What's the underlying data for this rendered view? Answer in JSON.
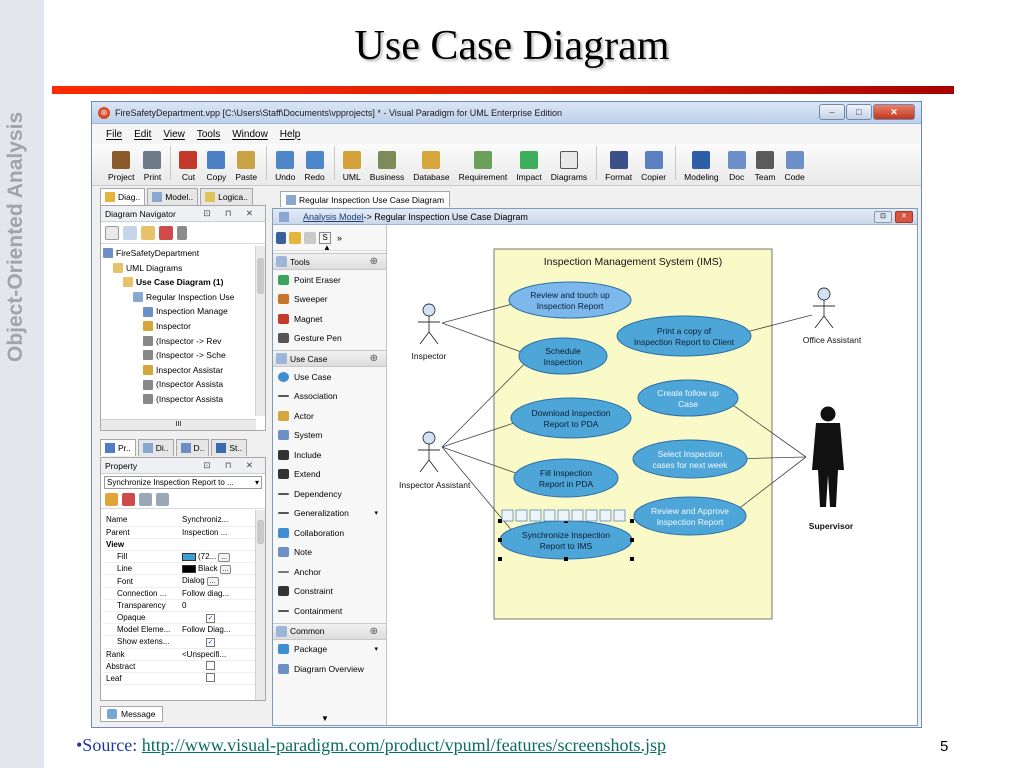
{
  "slide": {
    "side_title": "Object-Oriented Analysis",
    "title": "Use Case Diagram",
    "source_prefix": "•Source: ",
    "source_url": "http://www.visual-paradigm.com/product/vpuml/features/screenshots.jsp",
    "page_number": "5",
    "accent_color": "#d62000"
  },
  "window": {
    "title": "FireSafetyDepartment.vpp [C:\\Users\\Staff\\Documents\\vpprojects] * - Visual Paradigm for UML Enterprise Edition",
    "menu": [
      "File",
      "Edit",
      "View",
      "Tools",
      "Window",
      "Help"
    ],
    "toolbar": [
      {
        "label": "Project",
        "icon": "project-icon"
      },
      {
        "label": "Print",
        "icon": "print-icon"
      },
      {
        "label": "Cut",
        "icon": "cut-icon"
      },
      {
        "label": "Copy",
        "icon": "copy-icon"
      },
      {
        "label": "Paste",
        "icon": "paste-icon"
      },
      {
        "label": "Undo",
        "icon": "undo-icon"
      },
      {
        "label": "Redo",
        "icon": "redo-icon"
      },
      {
        "label": "UML",
        "icon": "uml-icon"
      },
      {
        "label": "Business",
        "icon": "business-icon"
      },
      {
        "label": "Database",
        "icon": "database-icon"
      },
      {
        "label": "Requirement",
        "icon": "requirement-icon"
      },
      {
        "label": "Impact",
        "icon": "impact-icon"
      },
      {
        "label": "Diagrams",
        "icon": "diagrams-icon"
      },
      {
        "label": "Format",
        "icon": "format-icon"
      },
      {
        "label": "Copier",
        "icon": "copier-icon"
      },
      {
        "label": "Modeling",
        "icon": "modeling-icon"
      },
      {
        "label": "Doc",
        "icon": "doc-icon"
      },
      {
        "label": "Team",
        "icon": "team-icon"
      },
      {
        "label": "Code",
        "icon": "code-icon"
      }
    ]
  },
  "left_tabs": [
    "Diag..",
    "Model..",
    "Logica.."
  ],
  "navigator": {
    "title": "Diagram Navigator",
    "controls": "⊡ ⊓ ✕",
    "tree": [
      {
        "label": "FireSafetyDepartment",
        "indent": 0,
        "bold": false
      },
      {
        "label": "UML Diagrams",
        "indent": 1,
        "bold": false
      },
      {
        "label": "Use Case Diagram (1)",
        "indent": 2,
        "bold": true
      },
      {
        "label": "Regular Inspection Use",
        "indent": 3,
        "bold": false
      },
      {
        "label": "Inspection Manage",
        "indent": 4,
        "bold": false
      },
      {
        "label": "Inspector",
        "indent": 4,
        "bold": false
      },
      {
        "label": "(Inspector -> Rev",
        "indent": 4,
        "bold": false
      },
      {
        "label": "(Inspector -> Sche",
        "indent": 4,
        "bold": false
      },
      {
        "label": "Inspector Assistar",
        "indent": 4,
        "bold": false
      },
      {
        "label": "(Inspector Assista",
        "indent": 4,
        "bold": false
      },
      {
        "label": "(Inspector Assista",
        "indent": 4,
        "bold": false
      },
      {
        "label": "(Inspector Assista",
        "indent": 4,
        "bold": false
      }
    ],
    "hscroll_label": "III"
  },
  "left_tabs2": [
    "Pr..",
    "Di..",
    "D..",
    "St.."
  ],
  "property": {
    "title": "Property",
    "controls": "⊡ ⊓ ✕",
    "selected": "Synchronize Inspection Report to ...",
    "rows": [
      {
        "key": "Name",
        "value": "Synchroniz..."
      },
      {
        "key": "Parent",
        "value": "Inspection ..."
      },
      {
        "key": "View",
        "value": "",
        "group": true
      },
      {
        "key": "Fill",
        "value": "(72...",
        "swatch": "#3f9fd4",
        "dots": true
      },
      {
        "key": "Line",
        "value": "Black",
        "swatch": "#000000",
        "dots": true
      },
      {
        "key": "Font",
        "value": "Dialog",
        "dots": true
      },
      {
        "key": "Connection ...",
        "value": "Follow diag..."
      },
      {
        "key": "Transparency",
        "value": "0"
      },
      {
        "key": "Opaque",
        "value": "",
        "check": true
      },
      {
        "key": "Model Eleme...",
        "value": "Follow Diag..."
      },
      {
        "key": "Show extens...",
        "value": "",
        "check": true
      },
      {
        "key": "Rank",
        "value": "<Unspecifi...",
        "top": true
      },
      {
        "key": "Abstract",
        "value": "",
        "box": true,
        "top": true
      },
      {
        "key": "Leaf",
        "value": "",
        "box": true,
        "top": true
      }
    ]
  },
  "message_tab": "Message",
  "doc_tab": "Regular Inspection Use Case Diagram",
  "editor": {
    "crumb_link": "Analysis Model",
    "crumb_rest": " -> Regular Inspection Use Case Diagram"
  },
  "palette": {
    "sections": [
      {
        "name": "Tools",
        "items": [
          "Point Eraser",
          "Sweeper",
          "Magnet",
          "Gesture Pen"
        ]
      },
      {
        "name": "Use Case",
        "items": [
          "Use Case",
          "Association",
          "Actor",
          "System",
          "Include",
          "Extend",
          "Dependency",
          "Generalization",
          "Collaboration",
          "Note",
          "Anchor",
          "Constraint",
          "Containment"
        ]
      },
      {
        "name": "Common",
        "items": [
          "Package",
          "Diagram Overview"
        ]
      }
    ],
    "top_tool_s": "S"
  },
  "diagram": {
    "system_name": "Inspection Management System (IMS)",
    "system_fill": "#fafac8",
    "usecase_fill": "#4ea6d8",
    "usecases": [
      {
        "id": "uc1",
        "lines": [
          "Review and touch up",
          "Inspection Report"
        ]
      },
      {
        "id": "uc2",
        "lines": [
          "Schedule",
          "Inspection"
        ]
      },
      {
        "id": "uc3",
        "lines": [
          "Print a copy of",
          "Inspection Report to Client"
        ]
      },
      {
        "id": "uc4",
        "lines": [
          "Create follow up",
          "Case"
        ]
      },
      {
        "id": "uc5",
        "lines": [
          "Download Inspection",
          "Report to PDA"
        ]
      },
      {
        "id": "uc6",
        "lines": [
          "Select Inspection",
          "cases for next week"
        ]
      },
      {
        "id": "uc7",
        "lines": [
          "Fill Inspection",
          "Report in PDA"
        ]
      },
      {
        "id": "uc8",
        "lines": [
          "Review and Approve",
          "Inspection Report"
        ]
      },
      {
        "id": "uc9",
        "lines": [
          "Synchronize Inspection",
          "Report to IMS"
        ]
      }
    ],
    "actors": [
      {
        "id": "inspector",
        "label": "Inspector"
      },
      {
        "id": "assistant",
        "label": "Inspector Assistant"
      },
      {
        "id": "office",
        "label": "Office Assistant"
      },
      {
        "id": "supervisor",
        "label": "Supervisor"
      }
    ]
  }
}
